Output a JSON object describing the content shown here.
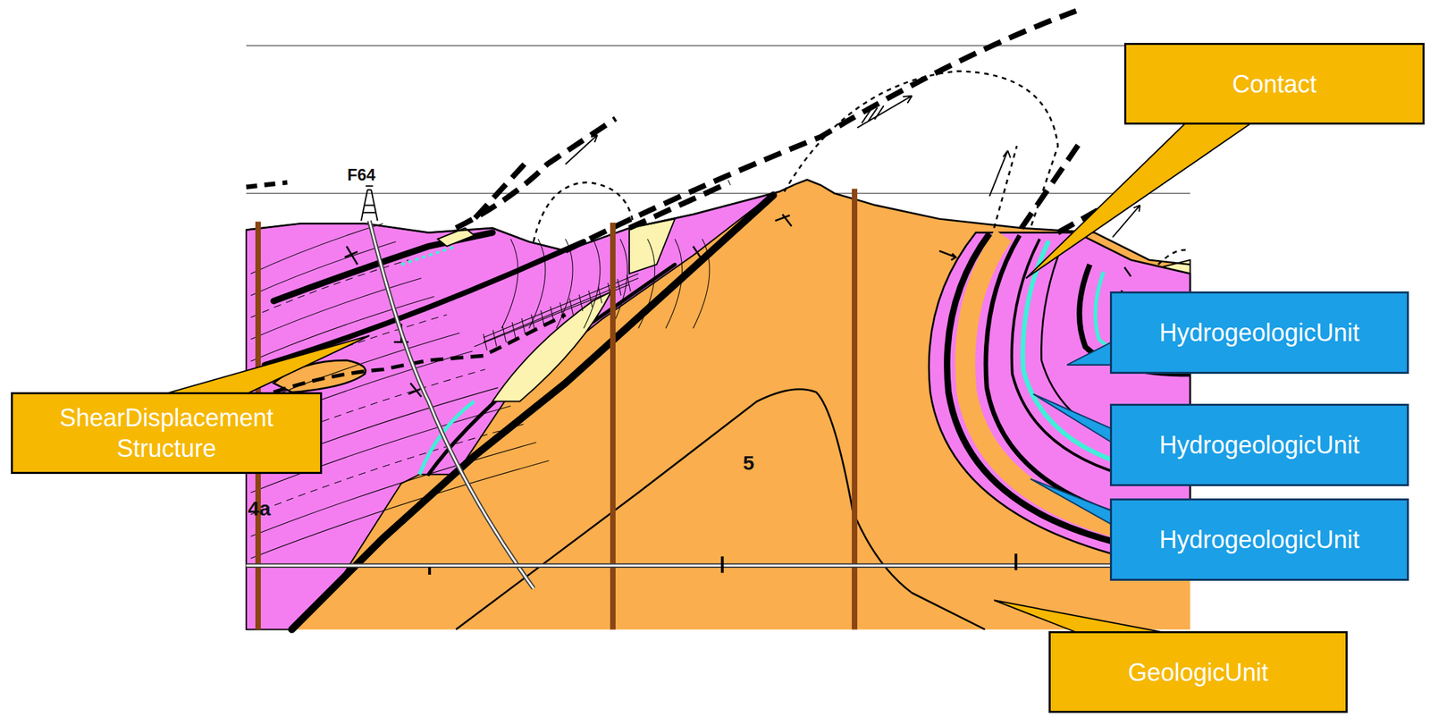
{
  "diagram": {
    "nodes": [
      {
        "text": [
          "Contact"
        ]
      },
      {
        "text": [
          "HydrogeologicUnit"
        ]
      },
      {
        "text": [
          "ShearDisplacement Structure"
        ]
      },
      {
        "text": [
          "HydrogeologicUnit"
        ]
      },
      {
        "text": [
          "HydrogeologicUnit"
        ]
      },
      {
        "text": [
          "GeologicUnit"
        ]
      }
    ],
    "labels": [
      "F64",
      "5",
      "4a"
    ]
  }
}
